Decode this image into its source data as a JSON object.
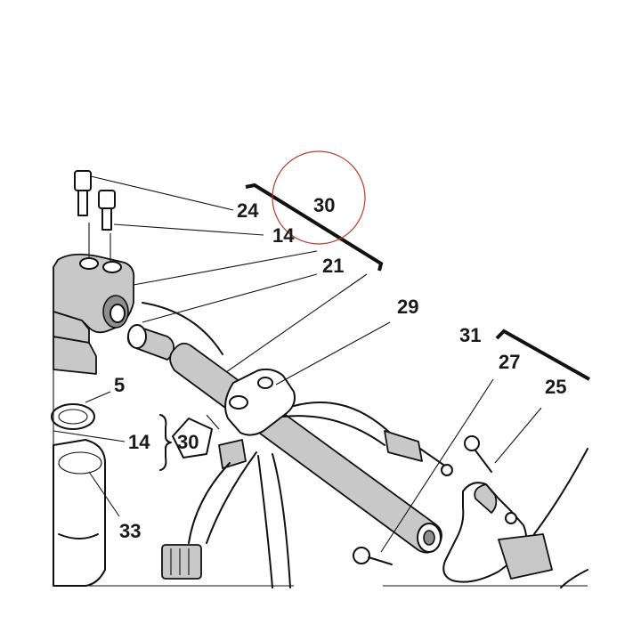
{
  "callouts": {
    "c24": "24",
    "c30_top": "30",
    "c14_top": "14",
    "c21": "21",
    "c29": "29",
    "c31": "31",
    "c27": "27",
    "c25": "25",
    "c5": "5",
    "c14_mid": "14",
    "c30_badge": "30",
    "c33": "33"
  },
  "colors": {
    "ink": "#111111",
    "part_fill": "#c8c8c8",
    "highlight_circle": "#c0392b"
  }
}
